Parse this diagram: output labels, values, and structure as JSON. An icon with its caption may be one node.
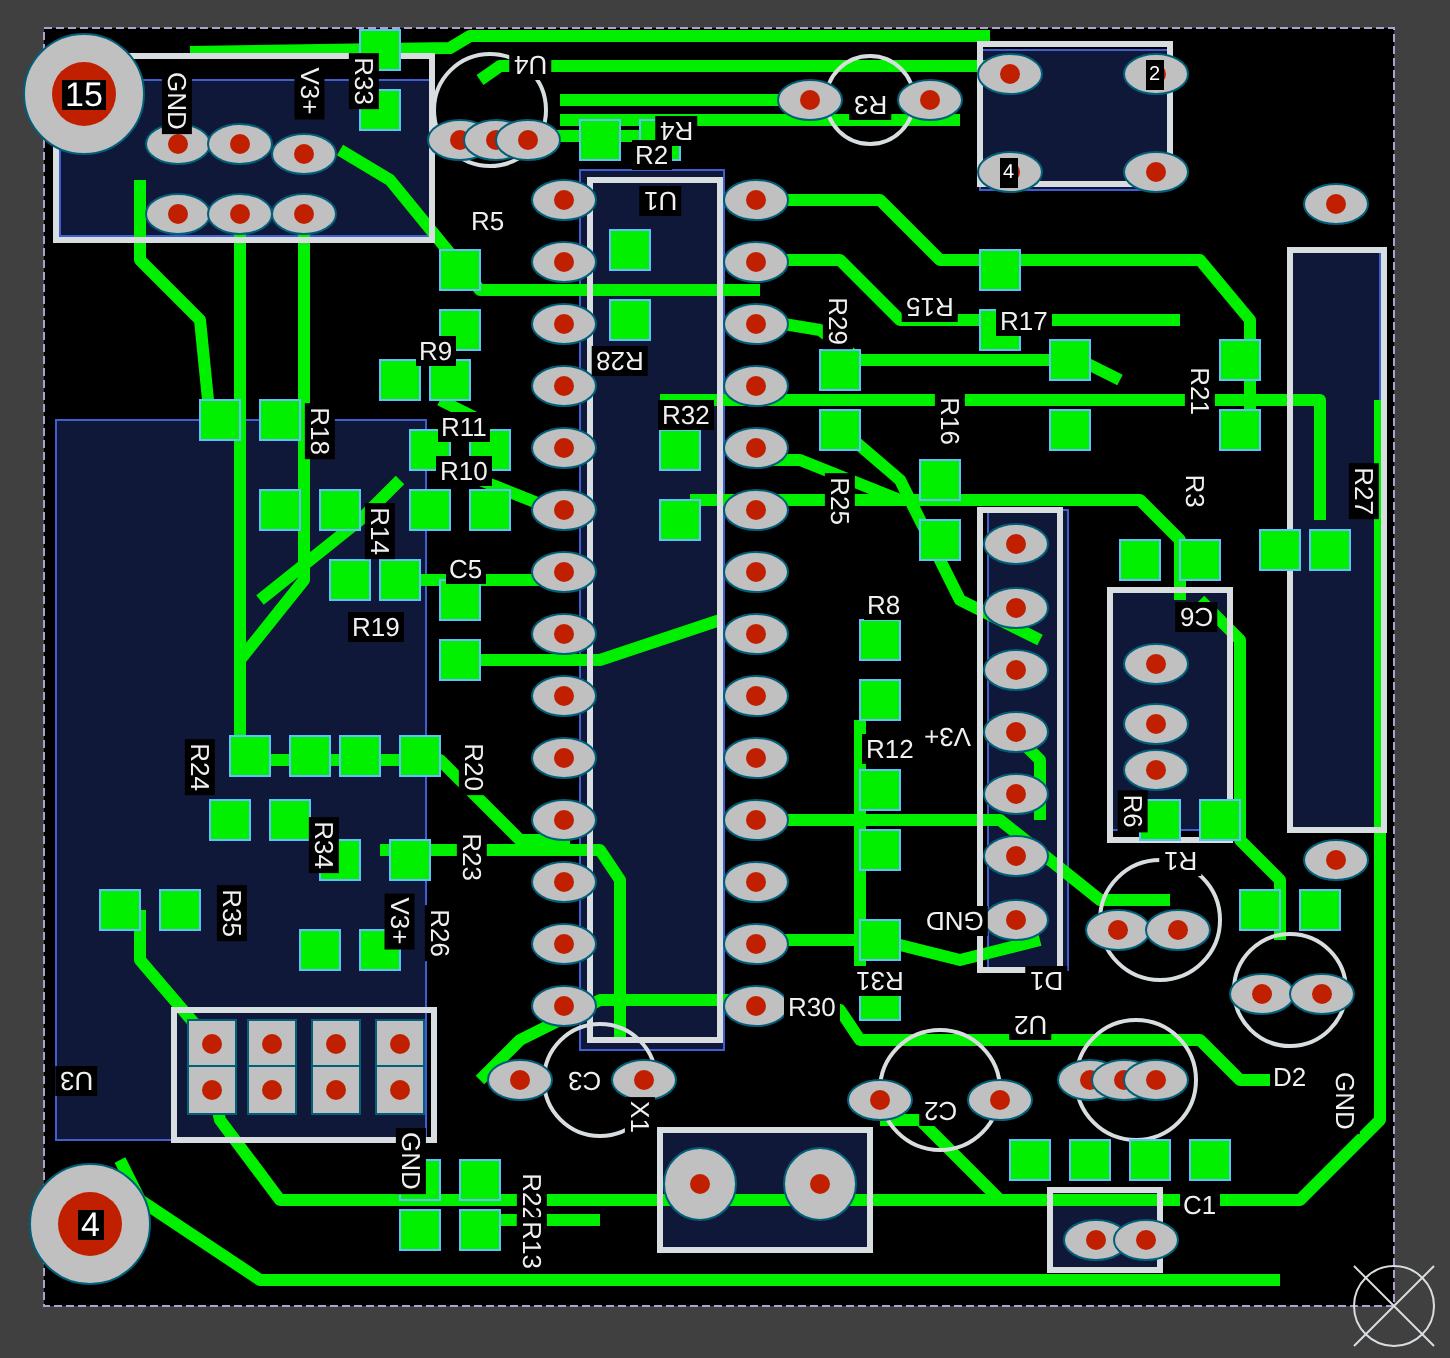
{
  "diagram": {
    "labels": [
      "15",
      "GND",
      "V3+",
      "R33",
      "U4",
      "R4",
      "R2",
      "R3",
      "2",
      "4",
      "U1",
      "R5",
      "R28",
      "R32",
      "R29",
      "R15",
      "R17",
      "R16",
      "R21",
      "R25",
      "R3",
      "R27",
      "R9",
      "R11",
      "R10",
      "R18",
      "R14",
      "R19",
      "C5",
      "C6",
      "R8",
      "V3+",
      "R12",
      "GND",
      "R30",
      "R31",
      "D1",
      "R6",
      "R1",
      "D2",
      "GND",
      "U2",
      "C2",
      "C1",
      "C3",
      "X1",
      "R24",
      "R20",
      "R34",
      "R23",
      "R35",
      "V3+",
      "R26",
      "U3",
      "4",
      "GND",
      "R22",
      "R13"
    ]
  }
}
